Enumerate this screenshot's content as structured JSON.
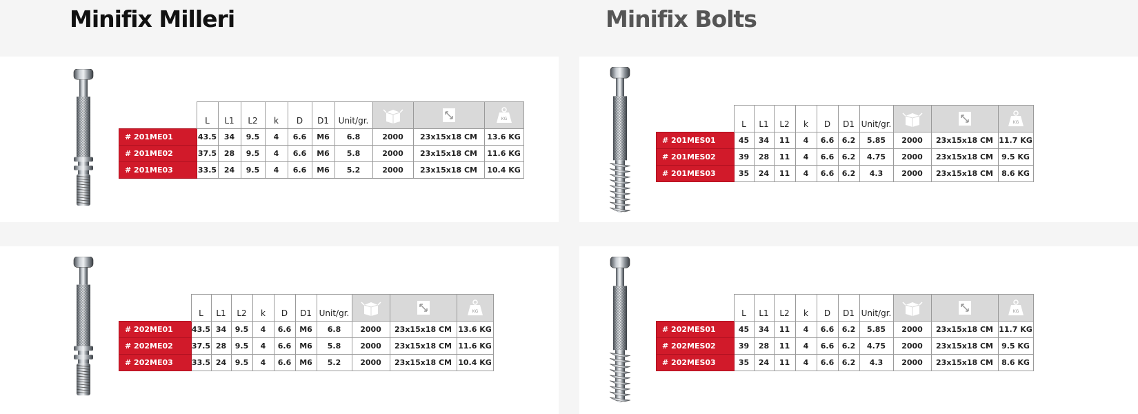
{
  "titles": {
    "left": "Minifix Milleri",
    "right": "Minifix Bolts"
  },
  "headers": [
    "L",
    "L1",
    "L2",
    "k",
    "D",
    "D1",
    "Unit/gr."
  ],
  "icons": [
    "box-icon",
    "dimensions-icon",
    "weight-icon"
  ],
  "icon_text": {
    "weight": "KG"
  },
  "colors": {
    "code_bg": "#d11a2a",
    "icon_bg": "#d9d9d9"
  },
  "tables": {
    "tl": {
      "rows": [
        {
          "code": "# 201ME01",
          "L": "43.5",
          "L1": "34",
          "L2": "9.5",
          "k": "4",
          "D": "6.6",
          "D1": "M6",
          "unit": "6.8",
          "box": "2000",
          "dims": "23x15x18 CM",
          "weight": "13.6 KG"
        },
        {
          "code": "# 201ME02",
          "L": "37.5",
          "L1": "28",
          "L2": "9.5",
          "k": "4",
          "D": "6.6",
          "D1": "M6",
          "unit": "5.8",
          "box": "2000",
          "dims": "23x15x18 CM",
          "weight": "11.6 KG"
        },
        {
          "code": "# 201ME03",
          "L": "33.5",
          "L1": "24",
          "L2": "9.5",
          "k": "4",
          "D": "6.6",
          "D1": "M6",
          "unit": "5.2",
          "box": "2000",
          "dims": "23x15x18 CM",
          "weight": "10.4 KG"
        }
      ]
    },
    "tr": {
      "rows": [
        {
          "code": "# 201MES01",
          "L": "45",
          "L1": "34",
          "L2": "11",
          "k": "4",
          "D": "6.6",
          "D1": "6.2",
          "unit": "5.85",
          "box": "2000",
          "dims": "23x15x18 CM",
          "weight": "11.7 KG"
        },
        {
          "code": "# 201MES02",
          "L": "39",
          "L1": "28",
          "L2": "11",
          "k": "4",
          "D": "6.6",
          "D1": "6.2",
          "unit": "4.75",
          "box": "2000",
          "dims": "23x15x18 CM",
          "weight": "9.5 KG"
        },
        {
          "code": "# 201MES03",
          "L": "35",
          "L1": "24",
          "L2": "11",
          "k": "4",
          "D": "6.6",
          "D1": "6.2",
          "unit": "4.3",
          "box": "2000",
          "dims": "23x15x18 CM",
          "weight": "8.6 KG"
        }
      ]
    },
    "bl": {
      "rows": [
        {
          "code": "# 202ME01",
          "L": "43.5",
          "L1": "34",
          "L2": "9.5",
          "k": "4",
          "D": "6.6",
          "D1": "M6",
          "unit": "6.8",
          "box": "2000",
          "dims": "23x15x18 CM",
          "weight": "13.6 KG"
        },
        {
          "code": "# 202ME02",
          "L": "37.5",
          "L1": "28",
          "L2": "9.5",
          "k": "4",
          "D": "6.6",
          "D1": "M6",
          "unit": "5.8",
          "box": "2000",
          "dims": "23x15x18 CM",
          "weight": "11.6 KG"
        },
        {
          "code": "# 202ME03",
          "L": "33.5",
          "L1": "24",
          "L2": "9.5",
          "k": "4",
          "D": "6.6",
          "D1": "M6",
          "unit": "5.2",
          "box": "2000",
          "dims": "23x15x18 CM",
          "weight": "10.4 KG"
        }
      ]
    },
    "br": {
      "rows": [
        {
          "code": "# 202MES01",
          "L": "45",
          "L1": "34",
          "L2": "11",
          "k": "4",
          "D": "6.6",
          "D1": "6.2",
          "unit": "5.85",
          "box": "2000",
          "dims": "23x15x18 CM",
          "weight": "11.7 KG"
        },
        {
          "code": "# 202MES02",
          "L": "39",
          "L1": "28",
          "L2": "11",
          "k": "4",
          "D": "6.6",
          "D1": "6.2",
          "unit": "4.75",
          "box": "2000",
          "dims": "23x15x18 CM",
          "weight": "9.5 KG"
        },
        {
          "code": "# 202MES03",
          "L": "35",
          "L1": "24",
          "L2": "11",
          "k": "4",
          "D": "6.6",
          "D1": "6.2",
          "unit": "4.3",
          "box": "2000",
          "dims": "23x15x18 CM",
          "weight": "8.6 KG"
        }
      ]
    }
  }
}
